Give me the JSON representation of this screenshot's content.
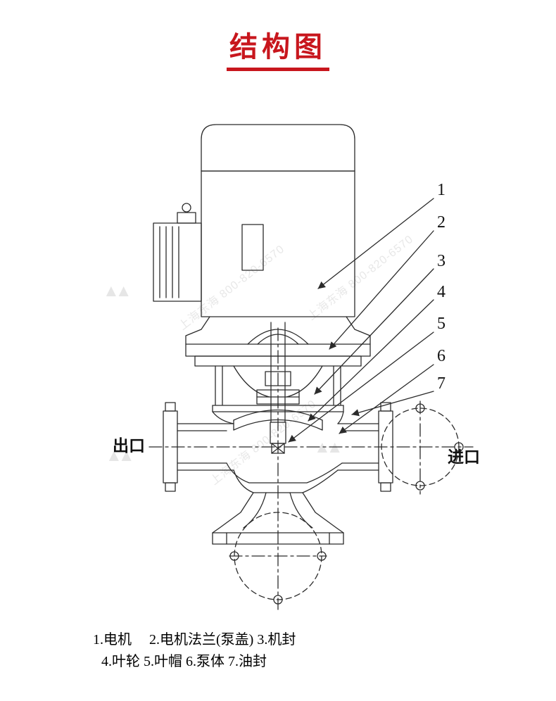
{
  "title": {
    "text": "结构图"
  },
  "diagram": {
    "outlet_label": "出口",
    "inlet_label": "进口",
    "part_numbers": [
      "1",
      "2",
      "3",
      "4",
      "5",
      "6",
      "7"
    ]
  },
  "legend": {
    "line1": "1.电机　 2.电机法兰(泵盖) 3.机封",
    "line2": "4.叶轮 5.叶帽 6.泵体 7.油封"
  },
  "watermark": {
    "text": "上海东海 800-820-6570",
    "logo": "▲▲"
  },
  "colors": {
    "title_red": "#c8161d",
    "line": "#2b2b2b"
  }
}
